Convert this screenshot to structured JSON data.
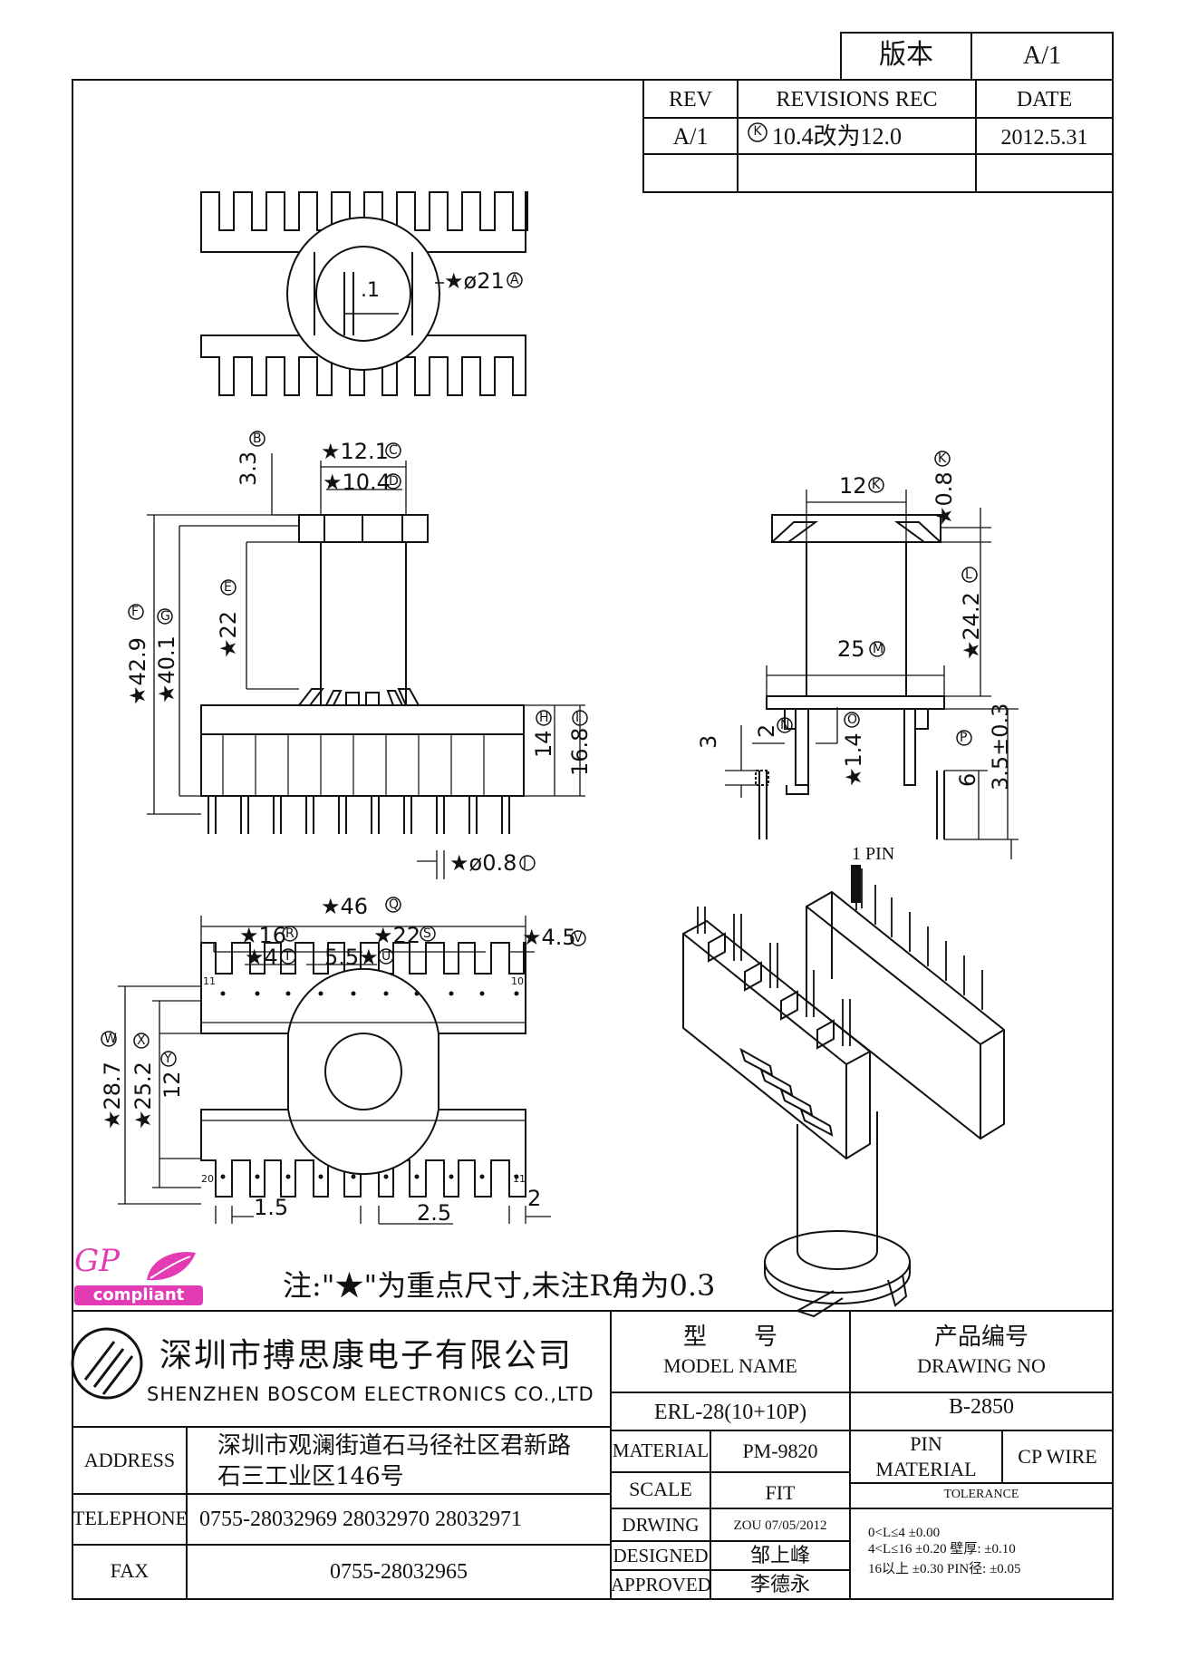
{
  "version": {
    "label": "版本",
    "value": "A/1"
  },
  "revisions": {
    "headers": {
      "rev": "REV",
      "rec": "REVISIONS REC",
      "date": "DATE"
    },
    "rows": [
      {
        "rev": "A/1",
        "mark": "K",
        "rec": "10.4改为12.0",
        "date": "2012.5.31"
      }
    ]
  },
  "dims": {
    "a": {
      "text": "★ø21",
      "code": "A"
    },
    "dot1": ".1",
    "b": {
      "text": "3.3",
      "code": "B"
    },
    "c": {
      "text": "★12.1",
      "code": "C"
    },
    "d": {
      "text": "★10.4",
      "code": "D"
    },
    "e": {
      "text": "★22",
      "code": "E"
    },
    "f": {
      "text": "★42.9",
      "code": "F"
    },
    "g": {
      "text": "★40.1",
      "code": "G"
    },
    "h": {
      "text": "14",
      "code": "H"
    },
    "i": {
      "text": "16.8",
      "code": "I"
    },
    "j": {
      "text": "★ø0.8",
      "code": "J"
    },
    "k": {
      "text": "12",
      "code": "K"
    },
    "k2": {
      "text": "★0.8",
      "code": "K"
    },
    "l": {
      "text": "★24.2",
      "code": "L"
    },
    "m": {
      "text": "25",
      "code": "M"
    },
    "n": {
      "text": "2",
      "code": "N"
    },
    "o": {
      "text": "★1.4",
      "code": "O"
    },
    "p": {
      "text": "6",
      "code": "P"
    },
    "p2": "3.5±0.3",
    "three": "3",
    "pin1": "1 PIN",
    "q": {
      "text": "★46",
      "code": "Q"
    },
    "r": {
      "text": "★16",
      "code": "R"
    },
    "s": {
      "text": "★22",
      "code": "S"
    },
    "t": {
      "text": "★4",
      "code": "T"
    },
    "u": {
      "text": "5.5★",
      "code": "U"
    },
    "v": {
      "text": "★4.5",
      "code": "V"
    },
    "w": {
      "text": "★28.7",
      "code": "W"
    },
    "x": {
      "text": "★25.2",
      "code": "X"
    },
    "y": {
      "text": "12",
      "code": "Y"
    },
    "d15": "1.5",
    "d25": "2.5",
    "d2": "2",
    "pin11": "11",
    "pin10": "10",
    "pin20": "20",
    "pin11b": "11"
  },
  "note": "注:\"★\"为重点尺寸,未注R角为0.3",
  "gp_logo": {
    "gp": "GP",
    "compliant": "compliant"
  },
  "company": {
    "name_cn": "深圳市搏思康电子有限公司",
    "name_en": "SHENZHEN BOSCOM ELECTRONICS CO.,LTD"
  },
  "title_block": {
    "model_label_cn": "型　　号",
    "model_label_en": "MODEL NAME",
    "drawing_label_cn": "产品编号",
    "drawing_label_en": "DRAWING NO",
    "model_value": "ERL-28(10+10P)",
    "drawing_value": "B-2850",
    "address_label": "ADDRESS",
    "address_line1": "深圳市观澜街道石马径社区君新路",
    "address_line2": "石三工业区146号",
    "telephone_label": "TELEPHONE",
    "telephone_value": "0755-28032969 28032970 28032971",
    "fax_label": "FAX",
    "fax_value": "0755-28032965",
    "material_label": "MATERIAL",
    "material_value": "PM-9820",
    "pin_material_label_1": "PIN",
    "pin_material_label_2": "MATERIAL",
    "pin_material_value": "CP WIRE",
    "scale_label": "SCALE",
    "scale_value": "FIT",
    "tolerance_label": "TOLERANCE",
    "drwing_label": "DRWING",
    "drwing_value": "ZOU 07/05/2012",
    "designed_label": "DESIGNED",
    "designed_value": "邹上峰",
    "approved_label": "APPROVED",
    "approved_value": "李德永",
    "tol1": "0<L≤4  ±0.00",
    "tol2": "4<L≤16  ±0.20  壁厚:  ±0.10",
    "tol3": "16以上    ±0.30  PIN径:  ±0.05"
  }
}
